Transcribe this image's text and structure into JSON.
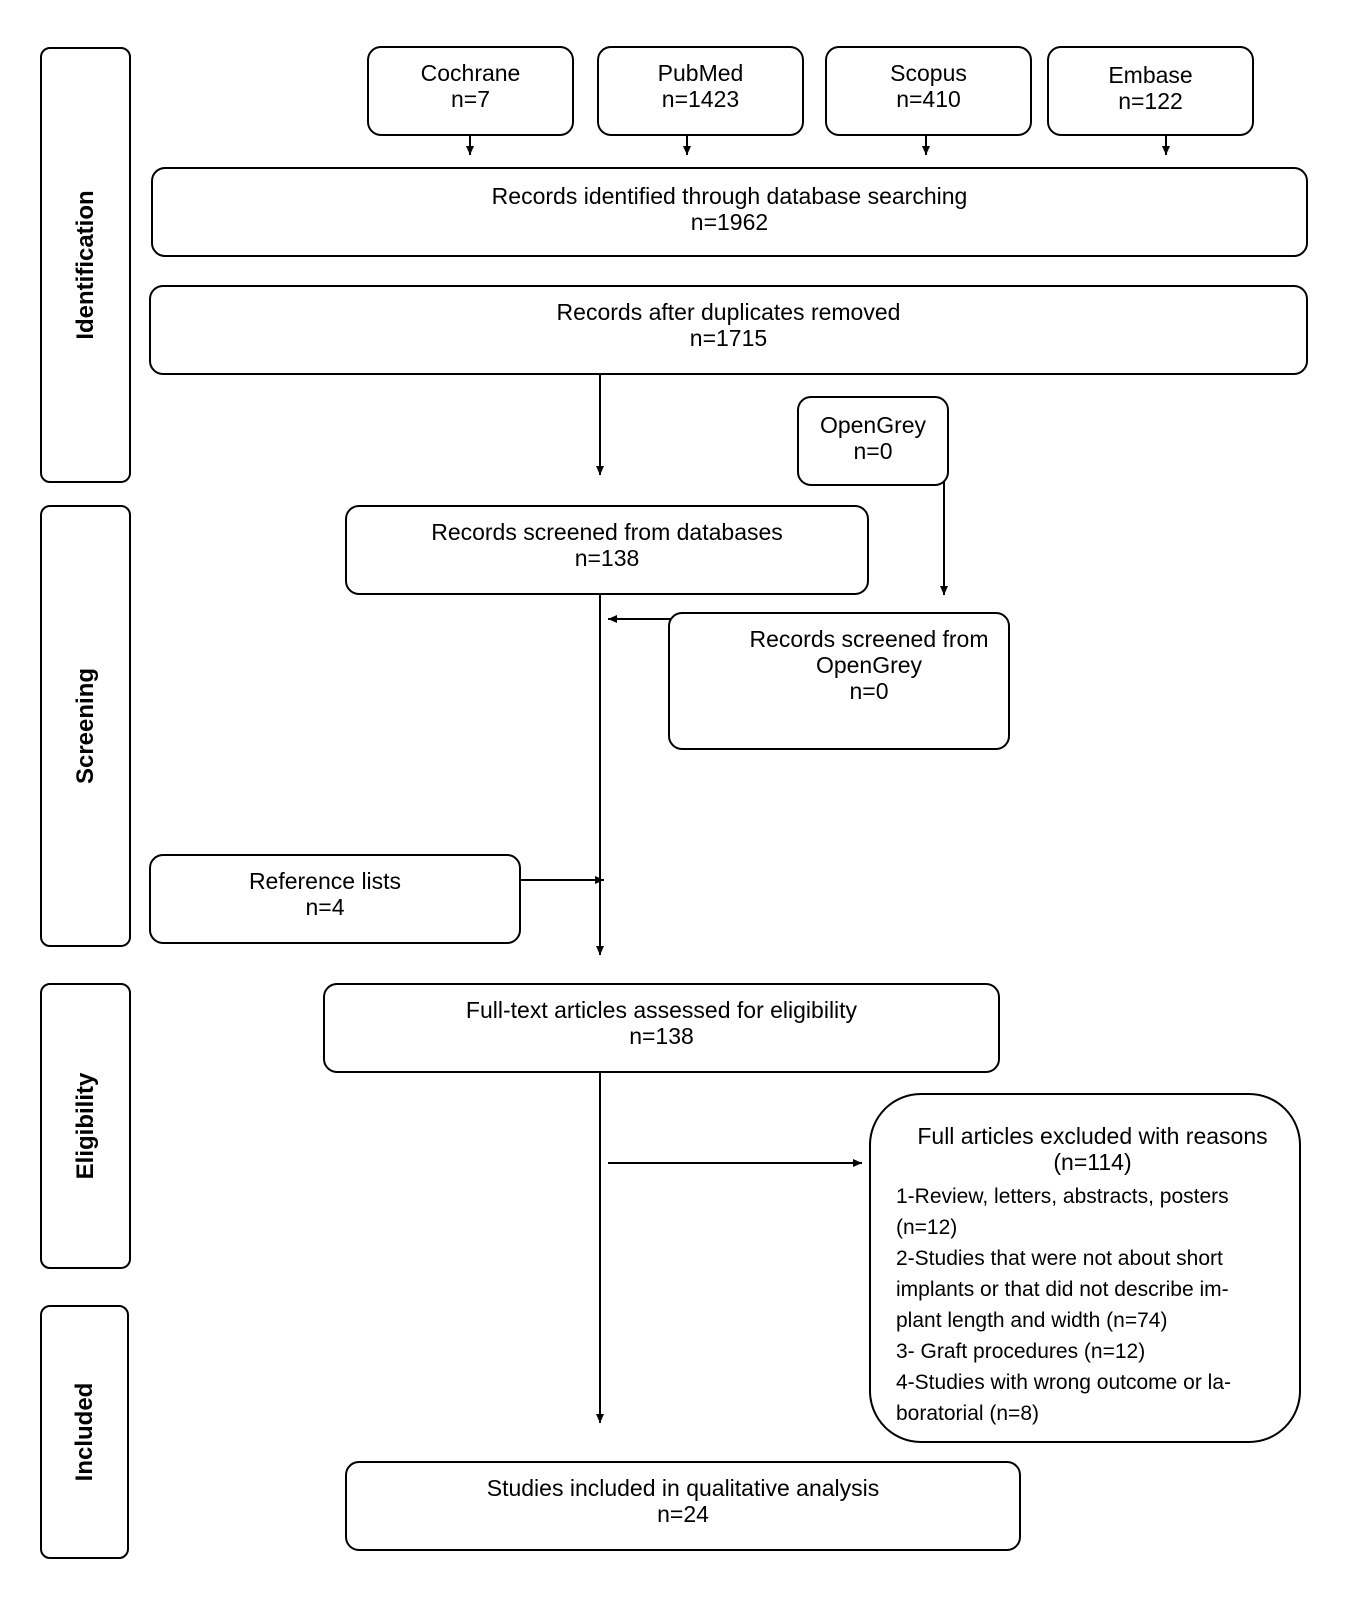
{
  "stages": {
    "identification": "Identification",
    "screening": "Screening",
    "eligibility": "Eligibility",
    "included": "Included"
  },
  "sources": {
    "cochrane": {
      "label": "Cochrane",
      "count": "n=7"
    },
    "pubmed": {
      "label": "PubMed",
      "count": "n=1423"
    },
    "scopus": {
      "label": "Scopus",
      "count": "n=410"
    },
    "embase": {
      "label": "Embase",
      "count": "n=122"
    }
  },
  "identified": {
    "label": "Records identified through database searching",
    "count": "n=1962"
  },
  "deduplicated": {
    "label": "Records after duplicates removed",
    "count": "n=1715"
  },
  "opengrey": {
    "label": "OpenGrey",
    "count": "n=0"
  },
  "screened_databases": {
    "label": "Records screened from databases",
    "count": "n=138"
  },
  "screened_opengrey": {
    "label_line1": "Records screened from",
    "label_line2": "OpenGrey",
    "count": "n=0"
  },
  "reference_lists": {
    "label": "Reference lists",
    "count": "n=4"
  },
  "full_text": {
    "label": "Full-text articles assessed for eligibility",
    "count": "n=138"
  },
  "excluded": {
    "title": "Full articles excluded with reasons",
    "count": "(n=114)",
    "reasons": [
      "1-Review, letters, abstracts, posters\n(n=12)",
      "2-Studies that were not about short\nimplants or that did not describe im-\nplant length and width (n=74)",
      "3- Graft procedures (n=12)",
      "4-Studies with wrong outcome or la-\nboratorial (n=8)"
    ]
  },
  "included_studies": {
    "label": "Studies included in qualitative analysis",
    "count": "n=24"
  }
}
